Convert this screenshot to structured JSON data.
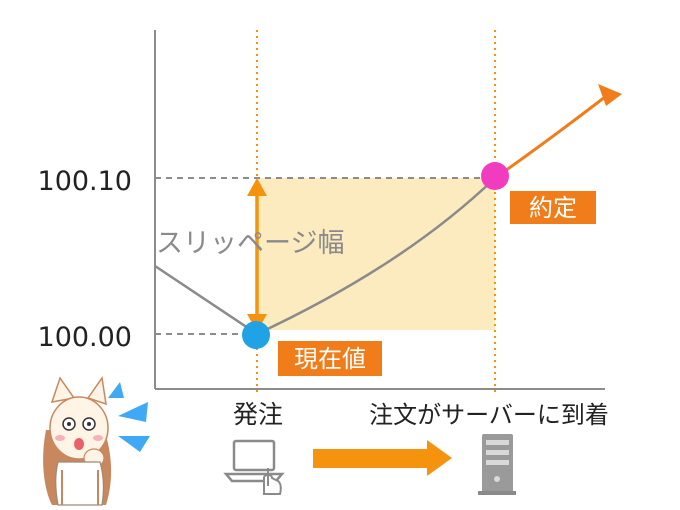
{
  "y_axis": {
    "tick_upper": "100.10",
    "tick_lower": "100.00"
  },
  "annotations": {
    "slippage_label": "スリッページ幅",
    "current_label": "現在値",
    "filled_label": "約定"
  },
  "timeline": {
    "order_label": "発注",
    "arrival_label": "注文がサーバーに到着"
  },
  "icons": [
    "cat-girl-worried-icon",
    "sweat-drops-icon",
    "laptop-click-icon",
    "right-arrow-icon",
    "server-icon"
  ],
  "colors": {
    "axis": "#8c8c8c",
    "curve": "#8a8a8a",
    "orange": "#f5930f",
    "orange_dark": "#f07d1a",
    "band": "#fbe7b4",
    "current_dot": "#1fa2e6",
    "filled_dot": "#f23cc0",
    "sweat": "#3fa9f5"
  }
}
